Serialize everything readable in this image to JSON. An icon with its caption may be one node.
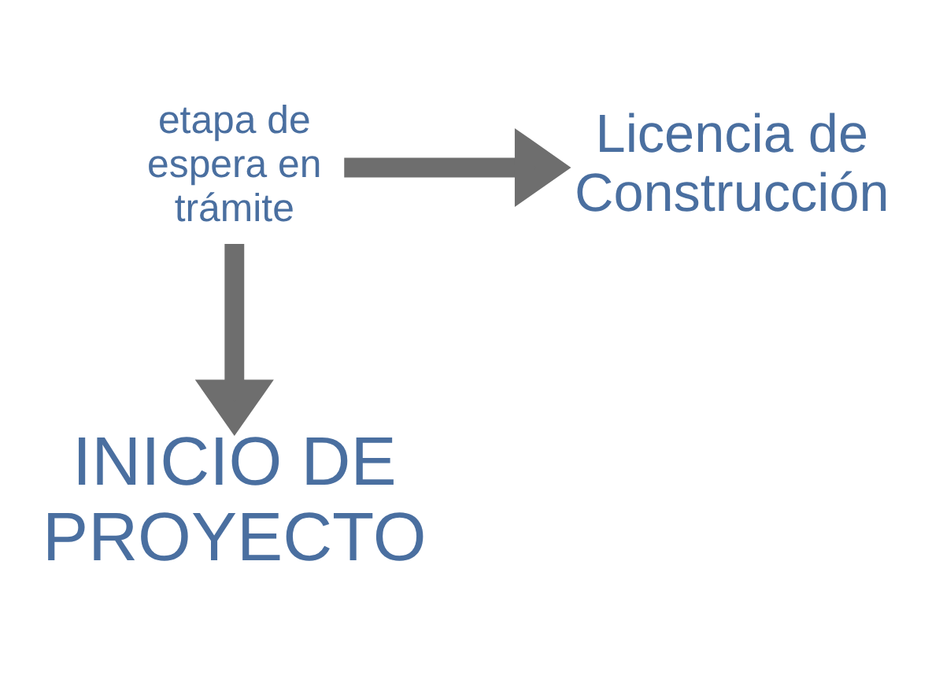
{
  "diagram": {
    "nodes": [
      {
        "text": [
          "etapa de espera en trámite"
        ]
      },
      {
        "text": [
          "Licencia de Construcción"
        ]
      },
      {
        "text": [
          "INICIO DE PROYECTO"
        ]
      }
    ],
    "edges": [
      {
        "from": 0,
        "to": 1,
        "arrow": "to"
      },
      {
        "from": 0,
        "to": 2,
        "arrow": "to"
      }
    ]
  }
}
